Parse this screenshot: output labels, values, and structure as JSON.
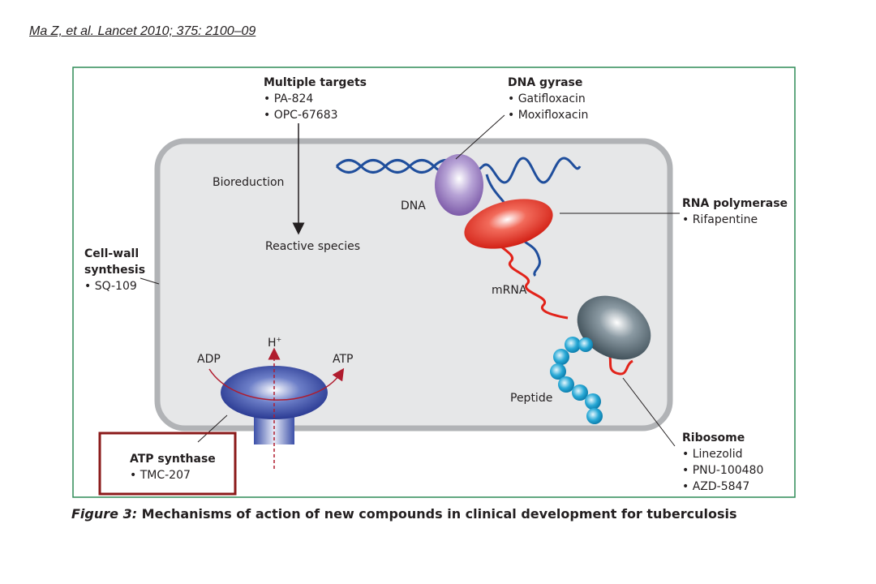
{
  "reference": "Ma Z, et al. Lancet 2010; 375: 2100–09",
  "labels": {
    "multiple_targets": {
      "title": "Multiple targets",
      "items": [
        "• PA-824",
        "• OPC-67683"
      ]
    },
    "dna_gyrase": {
      "title": "DNA gyrase",
      "items": [
        "• Gatifloxacin",
        "• Moxifloxacin"
      ]
    },
    "rna_polymerase": {
      "title": "RNA polymerase",
      "items": [
        "• Rifapentine"
      ]
    },
    "cell_wall": {
      "title_line1": "Cell-wall",
      "title_line2": "synthesis",
      "items": [
        "• SQ-109"
      ]
    },
    "atp_synthase": {
      "title": "ATP synthase",
      "items": [
        "• TMC-207"
      ]
    },
    "ribosome": {
      "title": "Ribosome",
      "items": [
        "• Linezolid",
        "• PNU-100480",
        "• AZD-5847"
      ]
    }
  },
  "inner_labels": {
    "bioreduction": "Bioreduction",
    "reactive_species": "Reactive species",
    "dna": "DNA",
    "mrna": "mRNA",
    "peptide": "Peptide",
    "adp": "ADP",
    "atp": "ATP",
    "h_plus": "H",
    "h_plus_sup": "+"
  },
  "caption": {
    "figure": "Figure 3:",
    "text": " Mechanisms of action of new compounds in clinical development for tuberculosis"
  },
  "colors": {
    "frame": "#2e8b57",
    "cell_fill": "#e6e7e8",
    "cell_border": "#b1b3b6",
    "dna": "#1f4e9c",
    "mrna": "#e2231a",
    "highlight": "#8b1a1a",
    "peptide": "#29a9d6"
  }
}
